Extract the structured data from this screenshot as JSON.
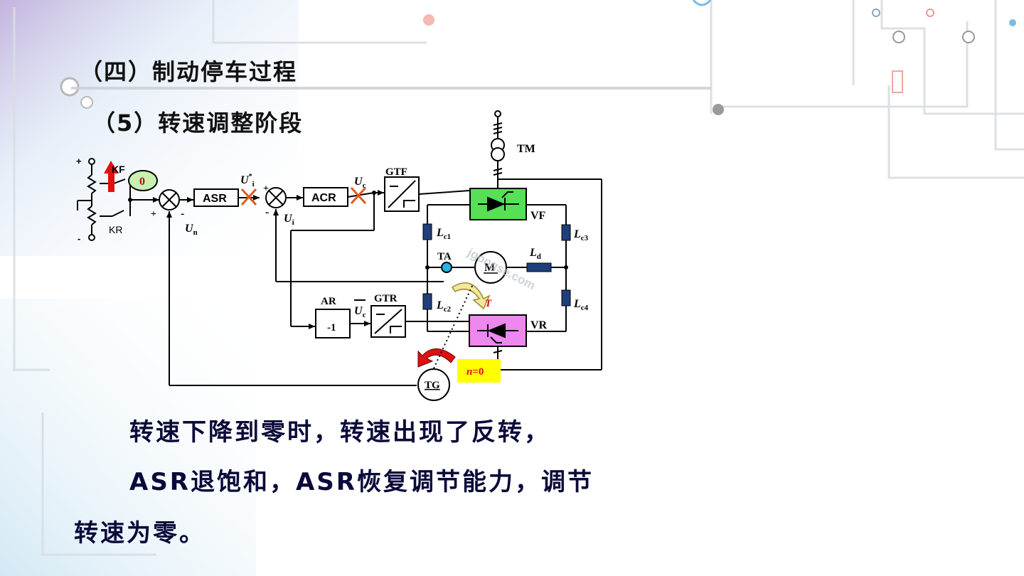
{
  "slide": {
    "title": "（四）制动停车过程",
    "subtitle": "（5）转速调整阶段",
    "body": [
      "转速下降到零时，转速出现了反转，",
      "ASR退饱和，ASR恢复调节能力，调节",
      "转速为零。"
    ]
  },
  "diagram": {
    "plus_top": "+",
    "minus_bottom": "-",
    "kf_label": "KF",
    "kr_label": "KR",
    "zero_value": "0",
    "plus_sum1": "+",
    "minus_sum1": "-",
    "un_label": "U",
    "un_sub": "n",
    "asr_label": "ASR",
    "ui_star_label": "U",
    "ui_star_sup": "*",
    "ui_star_sub": "i",
    "plus_sum2": "+",
    "minus_sum2": "-",
    "ui_label": "U",
    "ui_sub": "i",
    "acr_label": "ACR",
    "uc_label": "U",
    "uc_sub": "c",
    "gtf_label": "GTF",
    "tm_label": "TM",
    "vf_label": "VF",
    "vr_label": "VR",
    "lc1_label": "L",
    "lc1_sub": "c1",
    "lc2_label": "L",
    "lc2_sub": "c2",
    "lc3_label": "L",
    "lc3_sub": "c3",
    "lc4_label": "L",
    "lc4_sub": "c4",
    "ld_label": "L",
    "ld_sub": "d",
    "ta_label": "TA",
    "motor_label": "M",
    "torque_label": "T",
    "ar_label": "AR",
    "ar_gain": "-1",
    "uc_bar_label": "U",
    "uc_bar_sub": "c",
    "gtr_label": "GTR",
    "tg_label": "TG",
    "n_label": "n",
    "n_value": "=0",
    "watermark": "jgongse.com"
  },
  "colors": {
    "vf_fill": "#55e055",
    "vr_fill": "#ee88ee",
    "zero_fill": "#c8f0b0",
    "n_fill": "#ffff00",
    "arrow_red": "#e01010",
    "cross_orange": "#e05a1e",
    "inductor_blue": "#1f3f7a",
    "ta_cyan": "#22b5e0"
  }
}
